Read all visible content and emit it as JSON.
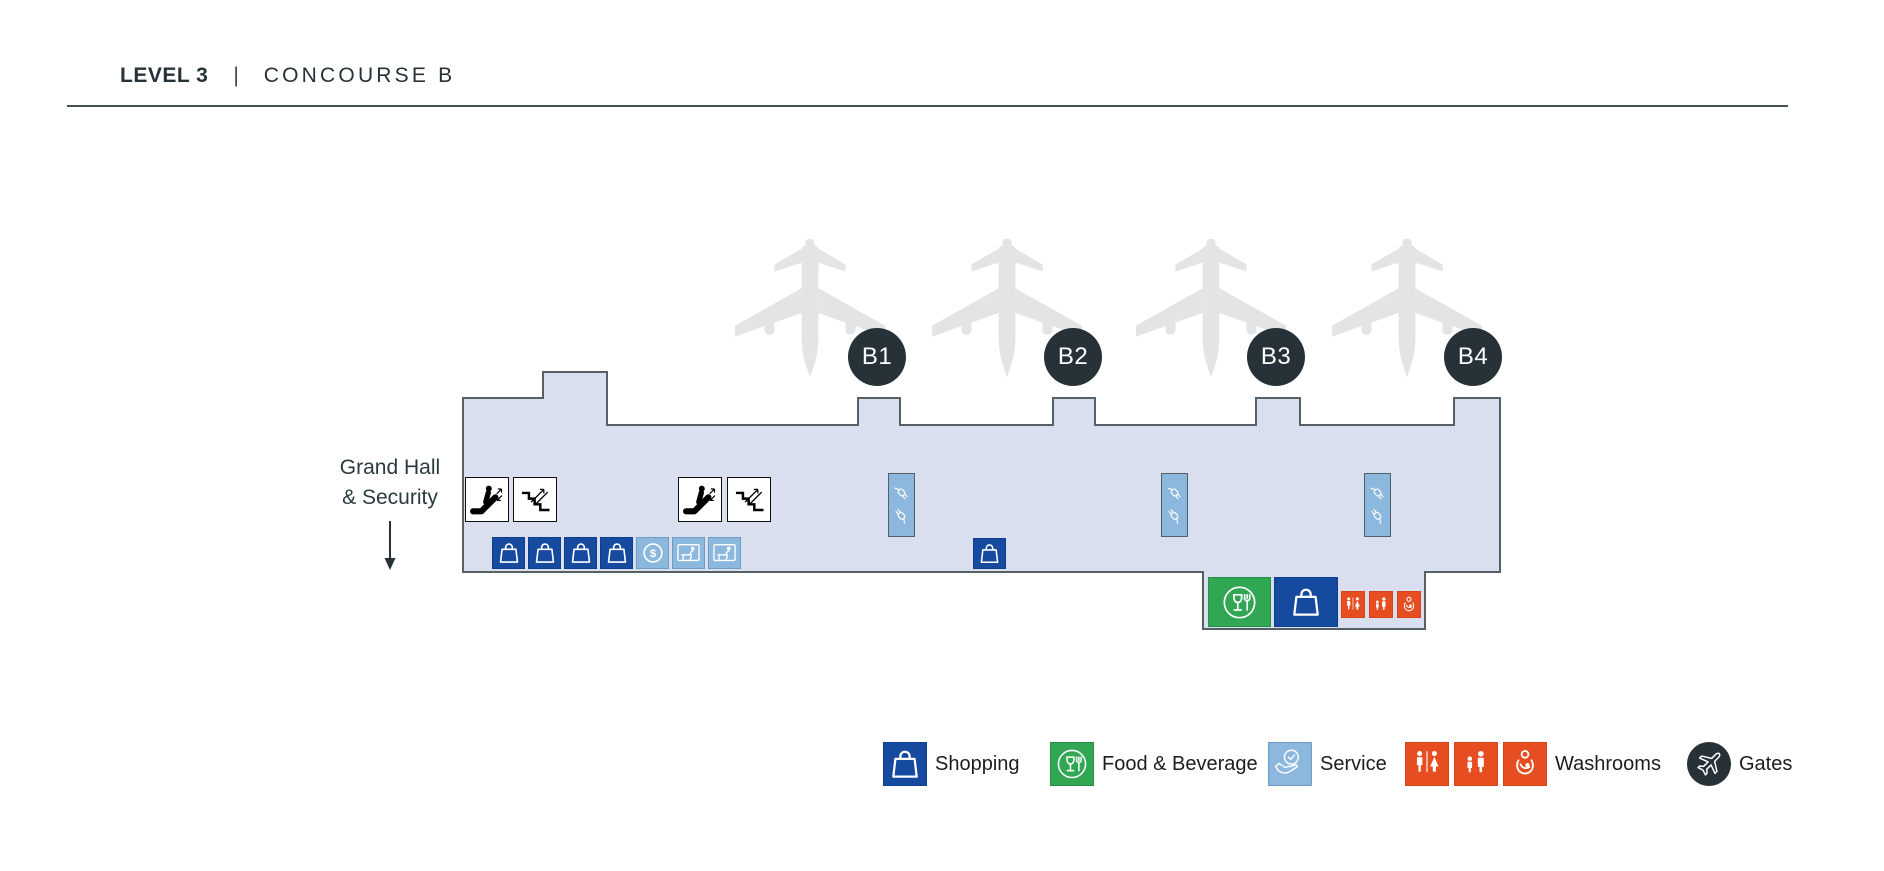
{
  "header": {
    "level_label": "LEVEL 3",
    "separator": "|",
    "concourse_label": "CONCOURSE B"
  },
  "map": {
    "hall_label_line1": "Grand Hall",
    "hall_label_line2": "& Security",
    "currency_symbol": "$",
    "gates": [
      {
        "label": "B1"
      },
      {
        "label": "B2"
      },
      {
        "label": "B3"
      },
      {
        "label": "B4"
      }
    ],
    "icons": {
      "vertical_circulation": [
        "escalator-icon",
        "stairs-icon",
        "escalator-icon",
        "stairs-icon"
      ],
      "amenity_row": [
        "shopping-bag-icon",
        "shopping-bag-icon",
        "shopping-bag-icon",
        "shopping-bag-icon",
        "currency-exchange-icon",
        "business-workstation-icon",
        "business-workstation-icon"
      ],
      "charging_kiosks": [
        "charging-station-icon",
        "charging-station-icon",
        "charging-station-icon"
      ],
      "mid_concourse": [
        "shopping-bag-icon"
      ],
      "east_block": [
        "food-beverage-icon",
        "shopping-bag-icon",
        "washroom-mens-womens-icon",
        "washroom-family-icon",
        "washroom-baby-care-icon"
      ]
    }
  },
  "legend": {
    "items": [
      {
        "label": "Shopping",
        "color": "#154a9e",
        "icons": [
          "shopping-bag-icon"
        ]
      },
      {
        "label": "Food & Beverage",
        "color": "#31a653",
        "icons": [
          "food-beverage-icon"
        ]
      },
      {
        "label": "Service",
        "color": "#8cb8de",
        "icons": [
          "service-hand-check-icon"
        ]
      },
      {
        "label": "Washrooms",
        "color": "#e64d20",
        "icons": [
          "washroom-mens-womens-icon",
          "washroom-family-icon",
          "washroom-baby-care-icon"
        ]
      },
      {
        "label": "Gates",
        "color": "#263238",
        "icons": [
          "gate-plane-icon"
        ]
      }
    ]
  },
  "colors": {
    "building_fill": "#dadfef",
    "building_stroke": "#566165",
    "shopping_blue": "#154a9e",
    "service_light_blue": "#8cb8de",
    "food_green": "#31a653",
    "washroom_orange": "#e64d20",
    "gate_dark": "#263238",
    "plane_gray": "#e3e4e5"
  }
}
